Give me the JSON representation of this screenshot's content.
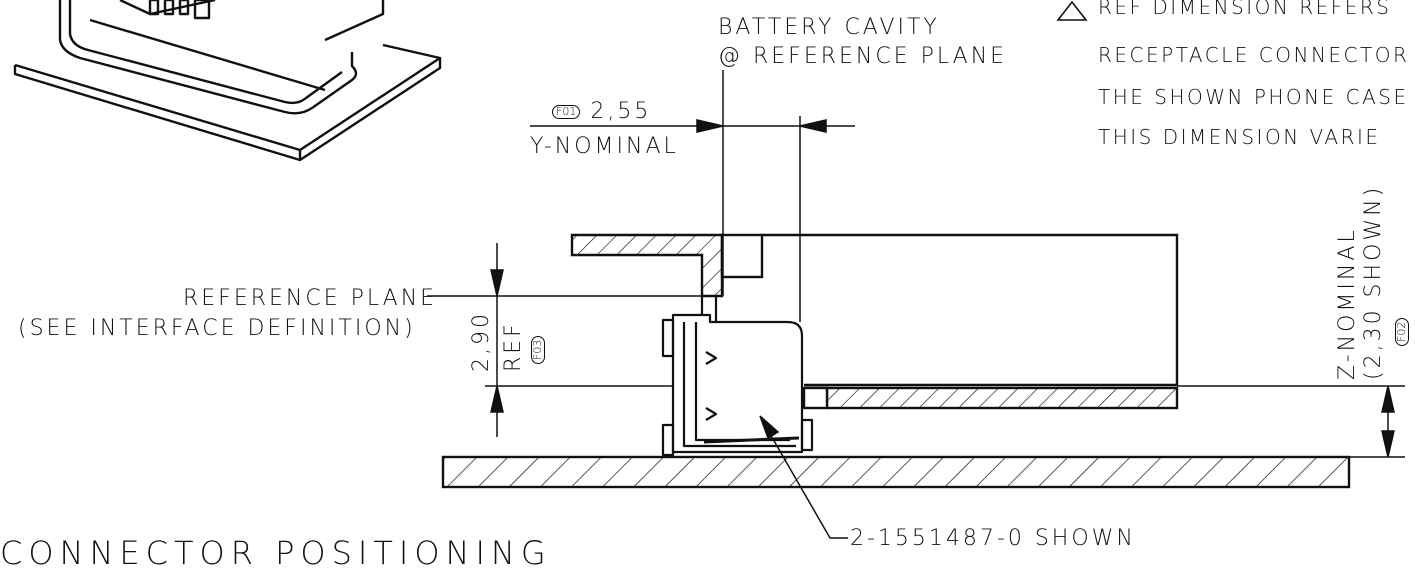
{
  "labels": {
    "battery_cavity": "BATTERY CAVITY",
    "at_reference_plane": "@ REFERENCE PLANE",
    "y_flag": "F01",
    "y_value": "2,55",
    "y_nominal": "Y-NOMINAL",
    "reference_plane": "REFERENCE PLANE",
    "see_interface": "(SEE INTERFACE DEFINITION)",
    "ref_value": "2,90",
    "ref": "REF",
    "ref_flag": "F03",
    "z_nominal": "Z-NOMINAL",
    "z_shown": "(2,30 SHOWN)",
    "z_flag": "F02",
    "part_number": "2-1551487-0 SHOWN",
    "section_title": "CONNECTOR POSITIONING"
  },
  "notes": [
    "REF DIMENSION REFERS",
    "RECEPTACLE CONNECTOR",
    "THE SHOWN PHONE CASE",
    "THIS DIMENSION VARIE"
  ],
  "colors": {
    "line": "#111111",
    "background": "#ffffff"
  }
}
